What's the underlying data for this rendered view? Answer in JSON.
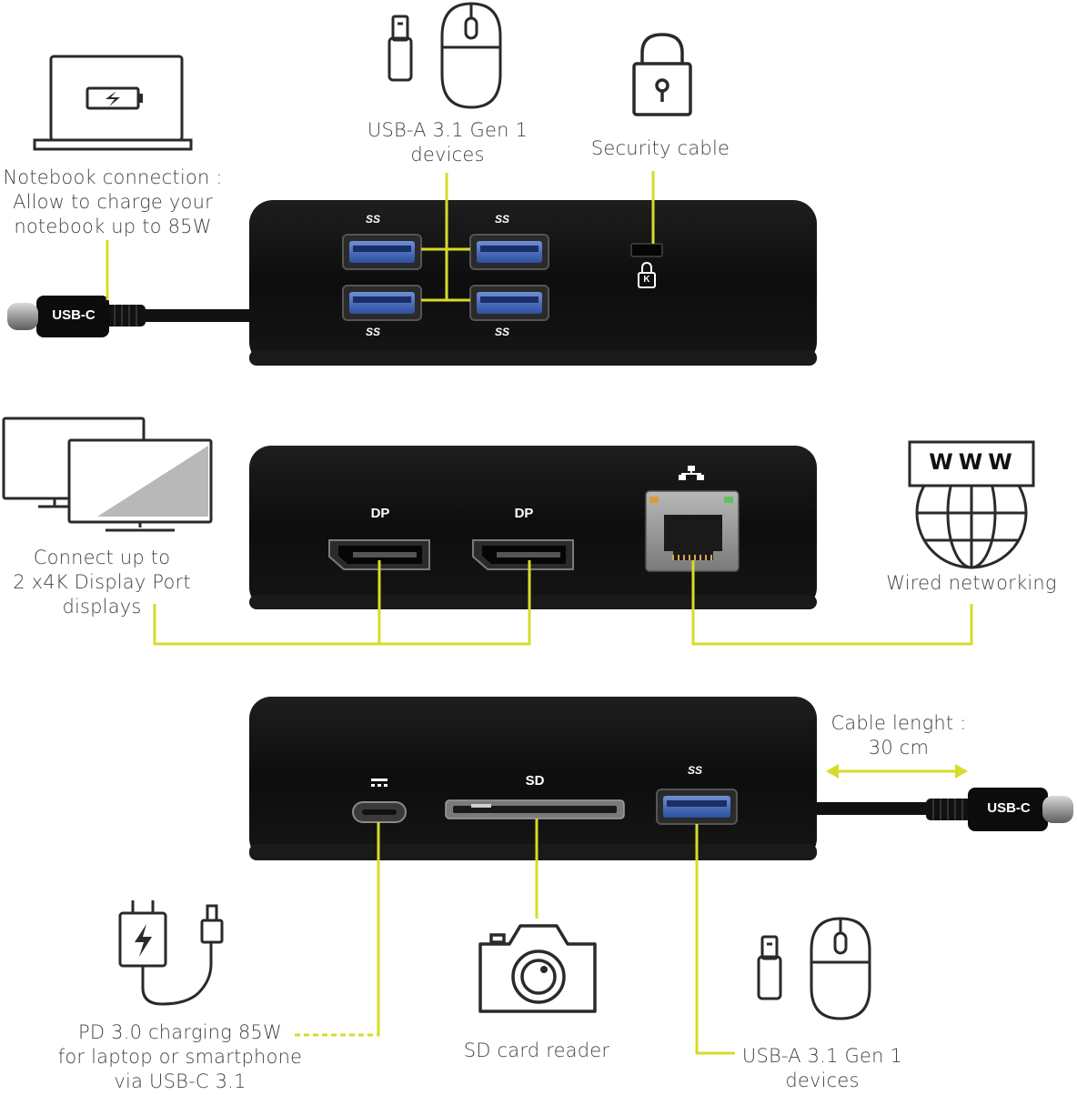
{
  "labels": {
    "notebook": [
      "Notebook connection :",
      "Allow to  charge your",
      "notebook up to 85W"
    ],
    "usb_a_top": [
      "USB-A 3.1 Gen 1",
      "devices"
    ],
    "security": [
      "Security cable"
    ],
    "displays": [
      "Connect up to",
      "2 x4K Display Port",
      "displays"
    ],
    "networking": [
      "Wired networking"
    ],
    "cable_length": [
      "Cable lenght :",
      "30 cm"
    ],
    "pd_charging": [
      "PD 3.0 charging 85W",
      "for laptop or smartphone",
      "via USB-C 3.1"
    ],
    "sd_reader": [
      "SD card reader"
    ],
    "usb_a_bottom": [
      "USB-A 3.1 Gen 1",
      "devices"
    ]
  },
  "device": {
    "plug_label": "USB-C",
    "dp_label": "DP",
    "sd_label": "SD",
    "ss_logo": "SS",
    "kensington_letter": "K",
    "www_text": "WWW"
  },
  "colors": {
    "accent_line": "#d6dc2a",
    "device_body": "#111111",
    "icon_stroke": "#1a1a1a",
    "text": "#444444"
  },
  "icons": [
    "laptop-battery-icon",
    "usb-stick-icon",
    "mouse-icon",
    "padlock-icon",
    "dual-monitor-icon",
    "globe-www-icon",
    "ethernet-icon",
    "charger-icon",
    "camera-icon",
    "kensington-lock-icon",
    "double-arrow-icon"
  ]
}
